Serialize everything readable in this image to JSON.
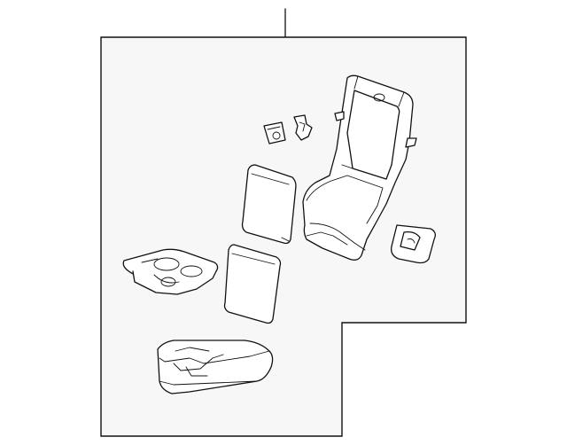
{
  "diagram": {
    "type": "exploded-parts-diagram",
    "background": "#ffffff",
    "line_color": "#111111",
    "panel_fill": "#f7f7f7",
    "parts": [
      "seat-back-frame",
      "seat-back-cover",
      "seat-cushion-cover",
      "cup-holder-tray",
      "retaining-clip",
      "latch-bracket",
      "side-trim-cap",
      "seat-cushion-base"
    ],
    "labels": []
  }
}
